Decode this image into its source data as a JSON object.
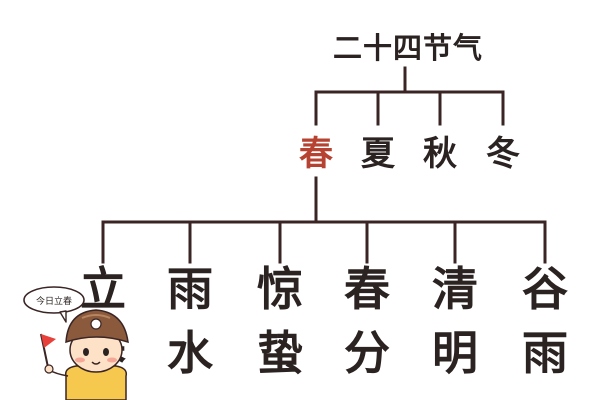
{
  "title": "二十四节气",
  "seasons": [
    {
      "label": "春",
      "color": "#b64331"
    },
    {
      "label": "夏",
      "color": "#2b2322"
    },
    {
      "label": "秋",
      "color": "#2b2322"
    },
    {
      "label": "冬",
      "color": "#2b2322"
    }
  ],
  "terms": [
    {
      "c1": "立",
      "c2": "春"
    },
    {
      "c1": "雨",
      "c2": "水"
    },
    {
      "c1": "惊",
      "c2": "蛰"
    },
    {
      "c1": "春",
      "c2": "分"
    },
    {
      "c1": "清",
      "c2": "明"
    },
    {
      "c1": "谷",
      "c2": "雨"
    }
  ],
  "mascot": {
    "bubble_text": "今日立春",
    "flag_color": "#e8413b"
  },
  "colors": {
    "line": "#3a2424",
    "text": "#2b2322",
    "accent": "#b64331"
  }
}
